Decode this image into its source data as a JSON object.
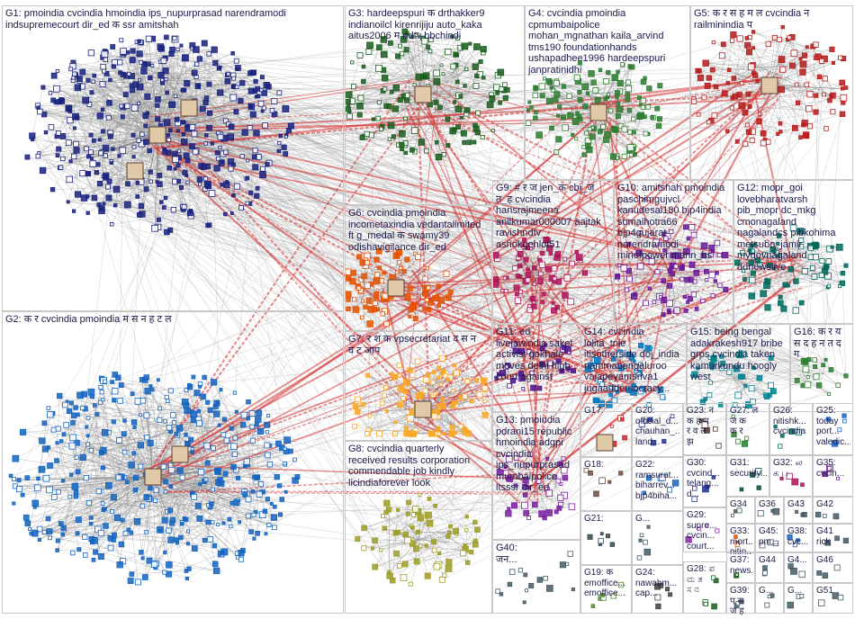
{
  "figure": "network-graph",
  "groups": [
    {
      "id": "G1",
      "label": "G1: pmoindia cvcindia hmoindia ips_nupurprasad narendramodi\nindsupremecourt dir_ed क ssr amitshah",
      "color": "#1a237e"
    },
    {
      "id": "G2",
      "label": "G2: क र cvcindia pmoindia म स न ह ट ल",
      "color": "#1565c0"
    },
    {
      "id": "G3",
      "label": "G3: hardeepspuri क drthakker9\nindianoilcl kirenrijiju auto_kaka\naitus2006 म ndtv bbchindi",
      "color": "#1b5e20"
    },
    {
      "id": "G4",
      "label": "G4: cvcindia pmoindia\ncpmumbaipolice\nmohan_mgnathan kaila_arvind\ntms190 foundationhands\nushapadhee1996 hardeepspuri\njanpratinidhi",
      "color": "#2e7d32"
    },
    {
      "id": "G5",
      "label": "G5: क र स ह म ल cvcindia न\nrailminindia प",
      "color": "#b71c1c"
    },
    {
      "id": "G6",
      "label": "G6: cvcindia pmoindia\nincometaxindia vedantalimited\nft g_medal क swamy39\nodishavigilance dir_ed",
      "color": "#e65100"
    },
    {
      "id": "G7",
      "label": "G7: र श क vpsecretariat द स न\nव ट आप",
      "color": "#f9a825"
    },
    {
      "id": "G8",
      "label": "G8: cvcindia quarterly\nreceived results corporation\ncommendable job kindly\nlicindiaforever look",
      "color": "#9e9d24"
    },
    {
      "id": "G9",
      "label": "G9: # र ज jen_क cbi_ज\nत_ह cvcindia\nhansrajmeena\nanilkumar000007 aajtak\nravishndtv\nashokgehlot51",
      "color": "#ad1457"
    },
    {
      "id": "G10",
      "label": "G10: amitshah pmoindia\npaschimgujvcl\nkanudesai180 bjp4india\nsomalhotra66\nbjp4gujarat\nnarendramodi\nminofpower mann_hs",
      "color": "#6a1b9a"
    },
    {
      "id": "G11",
      "label": "G11: ed\nlivelawindia saket\nactivist gokhale\nmoves delhi high\ncourt against",
      "color": "#4a148c"
    },
    {
      "id": "G12",
      "label": "G12: mopr_goi\nlovebharatvarsh\npib_mopr dc_mkg\ncmonagaland\nnagalandcs pibkohima\nmetsubo_jamir\nmygovnagaland\nddnewslive",
      "color": "#00695c"
    },
    {
      "id": "G13",
      "label": "G13: pmoindia\npdrani15 republic\nhmoindia adgpi\ncvcindia\nips_nupurprasad\nmumbaipolice\nltsssr dir_ed",
      "color": "#7b1fa2"
    },
    {
      "id": "G14",
      "label": "G14: cvcindia\nlolita_tnie\nitisotherside doj_india\nnammabengaluroo\nvajapeyamsriva1\njugaaddemocracy...",
      "color": "#0277bd"
    },
    {
      "id": "G15",
      "label": "G15: being bengal\nadakrakesh917 bribe\ngrps cvcindia taken\nkamarkundu hoogly\nwest",
      "color": "#00838f"
    },
    {
      "id": "G16",
      "label": "G16: क र य\nस द ह न त द\nग",
      "color": "#2e7d32"
    },
    {
      "id": "G17",
      "label": "G17:",
      "color": "#c62828"
    },
    {
      "id": "G18",
      "label": "G18:",
      "color": "#6d4c41"
    },
    {
      "id": "G19",
      "label": "G19: क\nemoffice...\nemoffice...",
      "color": "#558b2f"
    },
    {
      "id": "G20",
      "label": "G20:\nofficial_d...\nchauhan_...\nland...",
      "color": "#283593"
    },
    {
      "id": "G21",
      "label": "G21:",
      "color": "#37474f"
    },
    {
      "id": "G22",
      "label": "G22:\nramsurat...\nbiharrev...\nbjp4biha...",
      "color": "#1565c0"
    },
    {
      "id": "G23",
      "label": "G23: न\nक ह म\nर व ल\nझ",
      "color": "#4e342e"
    },
    {
      "id": "G24",
      "label": "G24:\nnawabm...\ncap...",
      "color": "#424242"
    },
    {
      "id": "G25",
      "label": "G25:\ntoday\nport...\nvaledic...",
      "color": "#1565c0"
    },
    {
      "id": "G26",
      "label": "G26:\nnitishk...\ncvcindia",
      "color": "#00695c"
    },
    {
      "id": "G27",
      "label": "G27: ल\nज क\nक र",
      "color": "#2e7d32"
    },
    {
      "id": "G28",
      "label": "G28: ಪ\nಮ ತ\nಸ ನ",
      "color": "#1b5e20"
    },
    {
      "id": "G29",
      "label": "G29:\nsupre...\ncvcin...\ncourt...",
      "color": "#8e24aa"
    },
    {
      "id": "G30",
      "label": "G30:\ncvcind...\ntelang...\nd...",
      "color": "#283593"
    },
    {
      "id": "G31",
      "label": "G31:\nsecurity...",
      "color": "#004d40"
    },
    {
      "id": "G32",
      "label": "G32: ல\nக ப",
      "color": "#ad1457"
    },
    {
      "id": "G33",
      "label": "G33:\nmort...\nnitin...",
      "color": "#e65100"
    },
    {
      "id": "G34",
      "label": "G34",
      "color": "#455a64"
    },
    {
      "id": "G35",
      "label": "G35:\ncvcin...",
      "color": "#6a1b9a"
    },
    {
      "id": "G36",
      "label": "G36",
      "color": "#455a64"
    },
    {
      "id": "G37",
      "label": "G37:\nnews...",
      "color": "#1b5e20"
    },
    {
      "id": "G38",
      "label": "G38:\ncvc...",
      "color": "#1565c0"
    },
    {
      "id": "G39",
      "label": "G39:\nप स\nज ह",
      "color": "#455a64"
    },
    {
      "id": "G40",
      "label": "G40:\nजन...",
      "color": "#455a64"
    },
    {
      "id": "G41",
      "label": "G41\nrick",
      "color": "#455a64"
    },
    {
      "id": "G42",
      "label": "G42",
      "color": "#455a64"
    },
    {
      "id": "G43",
      "label": "G43",
      "color": "#455a64"
    },
    {
      "id": "G44",
      "label": "G44",
      "color": "#455a64"
    },
    {
      "id": "G45",
      "label": "G45:\npm...",
      "color": "#455a64"
    },
    {
      "id": "G46",
      "label": "G46",
      "color": "#455a64"
    },
    {
      "id": "G47",
      "label": "G4...",
      "color": "#455a64"
    },
    {
      "id": "G48",
      "label": "G...",
      "color": "#455a64"
    },
    {
      "id": "G49",
      "label": "G...",
      "color": "#455a64"
    },
    {
      "id": "G50",
      "label": "G...",
      "color": "#455a64"
    },
    {
      "id": "G51",
      "label": "G51",
      "color": "#455a64"
    }
  ],
  "node_labels": [
    "pmoindia",
    "cvcindia",
    "narendramodi",
    "amitshah",
    "hmoindia",
    "dir_ed"
  ]
}
